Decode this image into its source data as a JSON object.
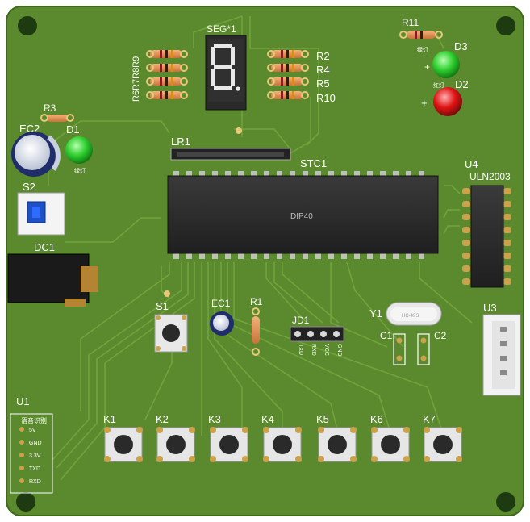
{
  "colors": {
    "pcb": "#5b8a2e",
    "pcb_dark": "#4d7a25",
    "trace": "#6fa03a",
    "silk": "#ffffff",
    "pad": "#c9a24a",
    "ic_body": "#2b2b2b",
    "led_green": "#2fcf2f",
    "led_red": "#e01414"
  },
  "labels": {
    "seg": "SEG*1",
    "r_left": "R6R7R8R9",
    "r2": "R2",
    "r4": "R4",
    "r5": "R5",
    "r10": "R10",
    "r11": "R11",
    "d3": "D3",
    "d2": "D2",
    "d3_note": "绿灯",
    "d2_note": "红灯",
    "r3": "R3",
    "ec2": "EC2",
    "d1": "D1",
    "d1_note": "绿灯",
    "lr1": "LR1",
    "stc1": "STC1",
    "dip": "DIP40",
    "u4": "U4",
    "uln": "ULN2003",
    "s2": "S2",
    "dc1": "DC1",
    "s1": "S1",
    "ec1": "EC1",
    "r1": "R1",
    "jd1": "JD1",
    "jd1_pins": [
      "TXD",
      "RXD",
      "VCC",
      "GND"
    ],
    "y1": "Y1",
    "y1_mark": "HC-49S",
    "c1": "C1",
    "c2": "C2",
    "u3": "U3",
    "u1": "U1",
    "u1_title": "语音识别",
    "u1_pins": [
      "5V",
      "GND",
      "3.3V",
      "TXD",
      "RXD"
    ],
    "keys": [
      "K1",
      "K2",
      "K3",
      "K4",
      "K5",
      "K6",
      "K7"
    ],
    "plus": "+"
  }
}
